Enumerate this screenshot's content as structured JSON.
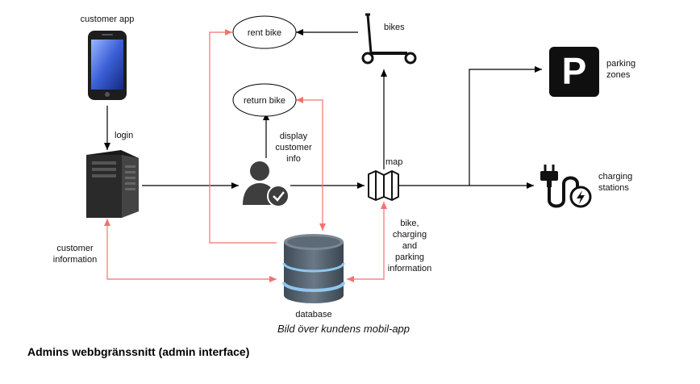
{
  "nodes": {
    "customer_app": "customer app",
    "rent_bike": "rent bike",
    "return_bike": "return bike",
    "bikes": "bikes",
    "parking_zones": [
      "parking",
      "zones"
    ],
    "charging_stations": [
      "charging",
      "stations"
    ],
    "map": "map",
    "database": "database",
    "parking_icon_letter": "P"
  },
  "edge_labels": {
    "login": "login",
    "display_customer_info": [
      "display",
      "customer",
      "info"
    ],
    "customer_information": [
      "customer",
      "information"
    ],
    "bike_charging_parking_information": [
      "bike,",
      "charging",
      "and",
      "parking",
      "information"
    ]
  },
  "caption": "Bild över kundens mobil-app",
  "footer_title": "Admins webbgränssnitt (admin interface)",
  "colors": {
    "black_edge": "#000000",
    "red_edge": "#f4726e",
    "server": "#2a2a2a",
    "user_icon": "#3e3e3e",
    "database_body": "#4a5866",
    "database_ring": "#8fc7ee"
  },
  "icons": [
    "phone-icon",
    "server-icon",
    "user-check-icon",
    "scooter-icon",
    "map-icon",
    "database-icon",
    "parking-icon",
    "charging-plug-icon"
  ]
}
